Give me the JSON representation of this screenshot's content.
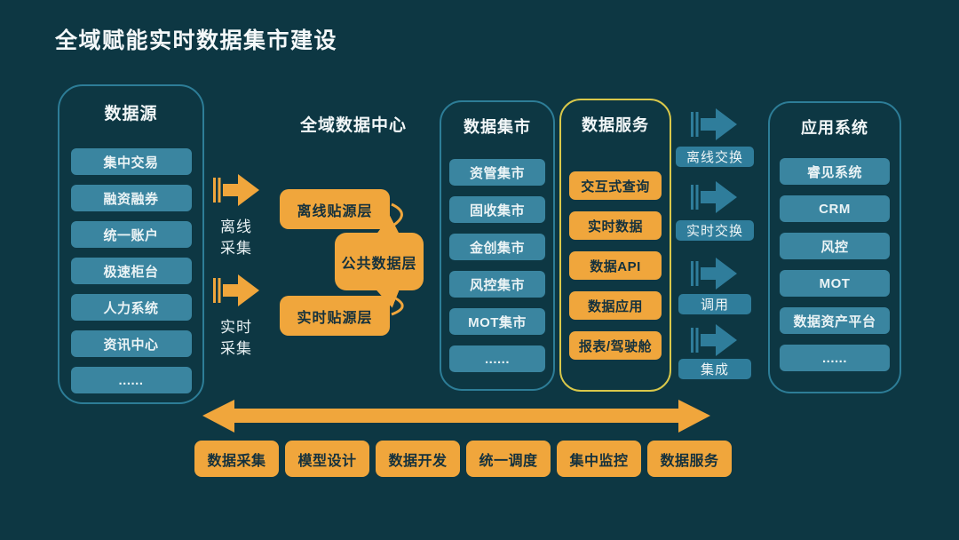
{
  "title": "全域赋能实时数据集市建设",
  "data_source": {
    "title": "数据源",
    "items": [
      "集中交易",
      "融资融券",
      "统一账户",
      "极速柜台",
      "人力系统",
      "资讯中心",
      "......"
    ]
  },
  "data_center": {
    "title": "全域数据中心",
    "collect_flows": [
      {
        "label": "离线采集"
      },
      {
        "label": "实时采集"
      }
    ],
    "layers": {
      "offline": "离线贴源层",
      "common": "公共数据层",
      "realtime": "实时贴源层"
    }
  },
  "data_mart": {
    "title": "数据集市",
    "items": [
      "资管集市",
      "固收集市",
      "金创集市",
      "风控集市",
      "MOT集市",
      "......"
    ]
  },
  "data_service": {
    "title": "数据服务",
    "items": [
      "交互式查询",
      "实时数据",
      "数据API",
      "数据应用",
      "报表/驾驶舱"
    ]
  },
  "exchange_flows": [
    {
      "label": "离线交换"
    },
    {
      "label": "实时交换"
    },
    {
      "label": "调用"
    },
    {
      "label": "集成"
    }
  ],
  "app_system": {
    "title": "应用系统",
    "items": [
      "睿见系统",
      "CRM",
      "风控",
      "MOT",
      "数据资产平台",
      "......"
    ]
  },
  "process_bar": {
    "items": [
      "数据采集",
      "模型设计",
      "数据开发",
      "统一调度",
      "集中监控",
      "数据服务"
    ]
  },
  "colors": {
    "background": "#0d3743",
    "panel_border_teal": "#2d7d97",
    "panel_border_yellow": "#d9c84a",
    "teal_button": "#3a85a0",
    "orange": "#f0a63c",
    "blue_arrow": "#2f7d9b",
    "dark_text": "#14313d"
  }
}
